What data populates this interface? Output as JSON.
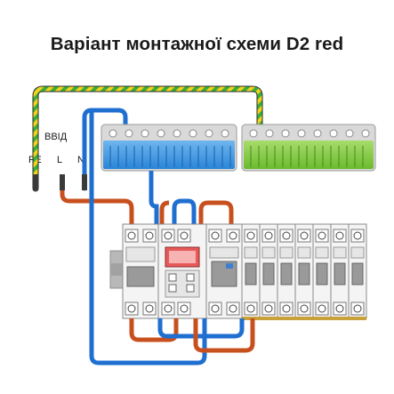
{
  "title": "Варіант монтажної схеми D2 red",
  "labels": {
    "input": "ВВІД",
    "pe": "PE",
    "l": "L",
    "n": "N"
  },
  "colors": {
    "neutral_bus": "#2f8fe0",
    "pe_bus": "#7cc63a",
    "wire_blue": "#1f6fd1",
    "wire_brown": "#c8501e",
    "wire_pe_green": "#3cae3c",
    "wire_pe_yellow": "#f2d21b"
  }
}
